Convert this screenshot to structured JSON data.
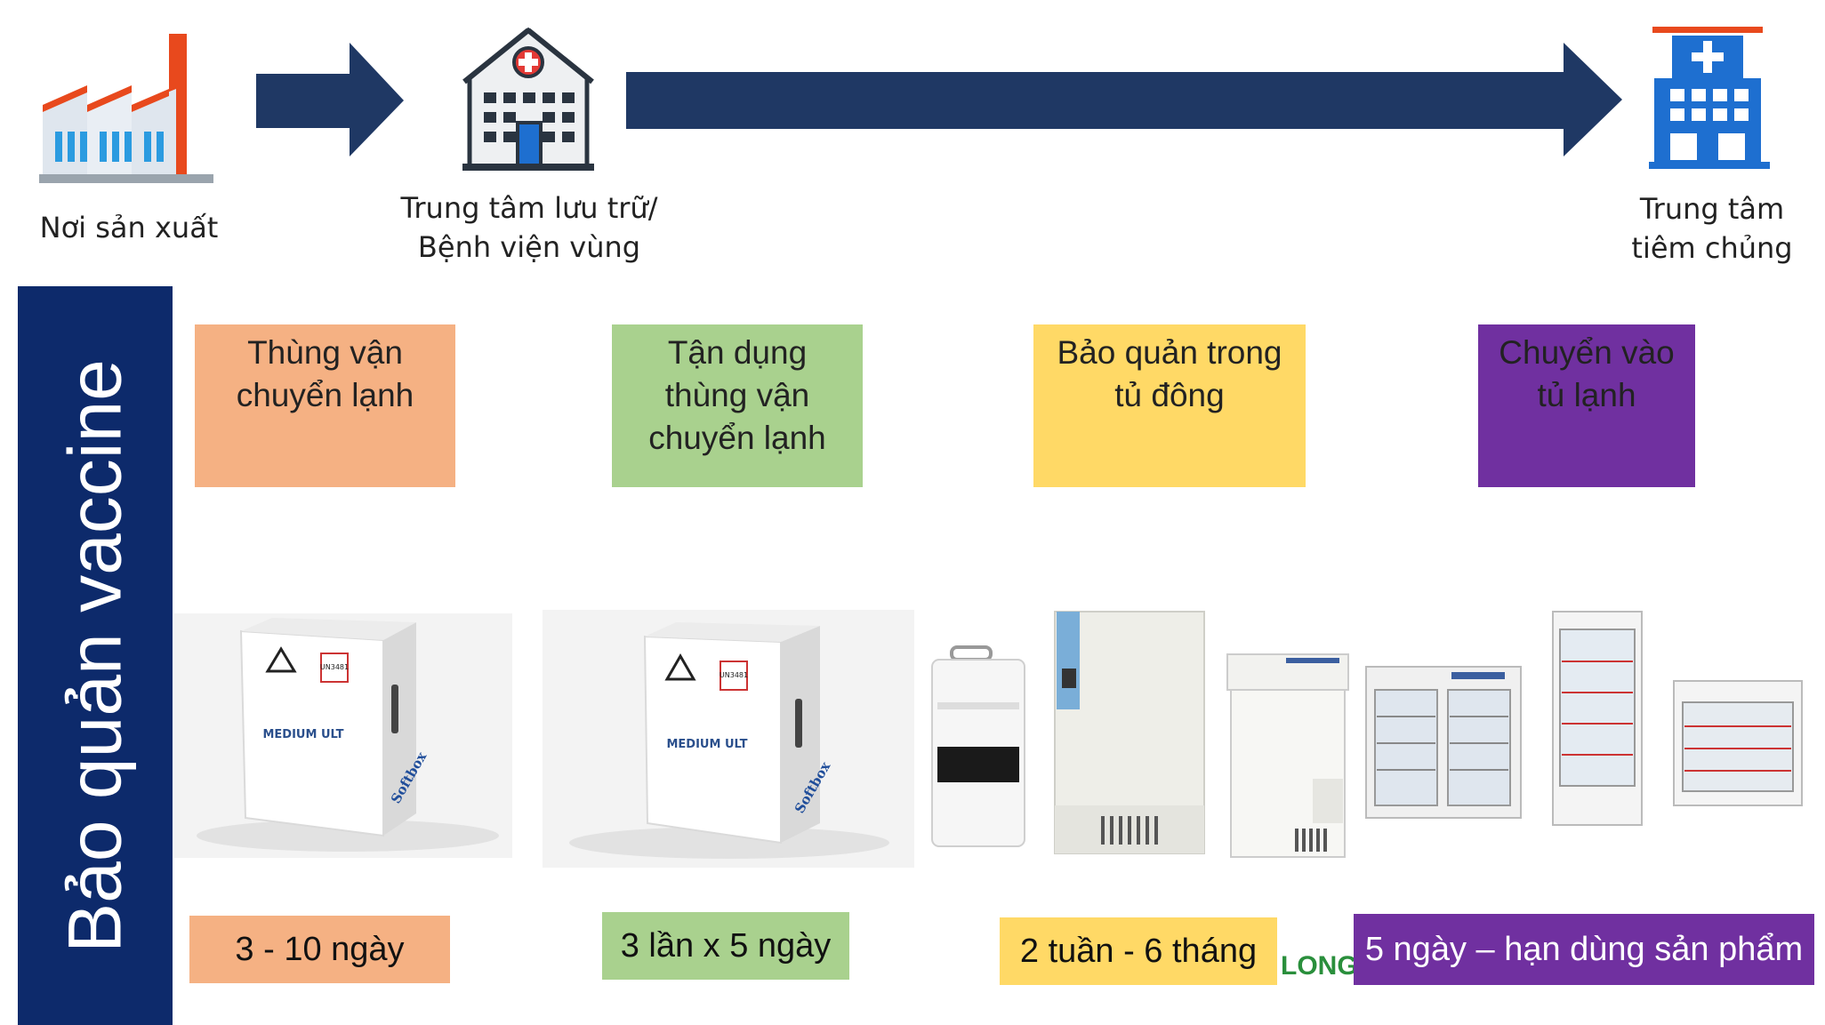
{
  "sidebar_title": "Bảo quản vaccine",
  "stages": {
    "factory": "Nơi sản xuất",
    "storage_line1": "Trung tâm lưu trữ/",
    "storage_line2": "Bệnh viện vùng",
    "vaccination_line1": "Trung tâm",
    "vaccination_line2": "tiêm chủng"
  },
  "steps": [
    {
      "label_lines": [
        "Thùng vận",
        "chuyển lạnh"
      ],
      "duration": "3 - 10 ngày",
      "color": "#f5b183"
    },
    {
      "label_lines": [
        "Tận dụng",
        "thùng vận",
        "chuyển lạnh"
      ],
      "duration": "3 lần x 5 ngày",
      "color": "#a9d18e"
    },
    {
      "label_lines": [
        "Bảo quản trong",
        "tủ đông"
      ],
      "duration": "2 tuần - 6 tháng",
      "color": "#ffd966"
    },
    {
      "label_lines": [
        "Chuyển vào",
        "tủ lạnh"
      ],
      "duration": "5 ngày – hạn dùng sản phẩm",
      "color": "#7030a0"
    }
  ],
  "box_print": {
    "brand": "Softbox",
    "model": "MEDIUM ULT",
    "un": "UN3481"
  },
  "watermark": "LONGMED",
  "colors": {
    "navy": "#0d2a6b",
    "arrow": "#1f3864",
    "blue_icon": "#1e6fd0"
  }
}
